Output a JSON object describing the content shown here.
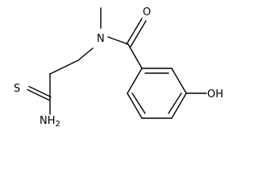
{
  "molecule": {
    "atoms": {
      "sulfur": "S",
      "amine": "NH2",
      "nitrogen": "N",
      "oxygen": "O",
      "hydroxyl": "OH"
    },
    "colors": {
      "bond": "#000000",
      "background": "#ffffff"
    }
  }
}
